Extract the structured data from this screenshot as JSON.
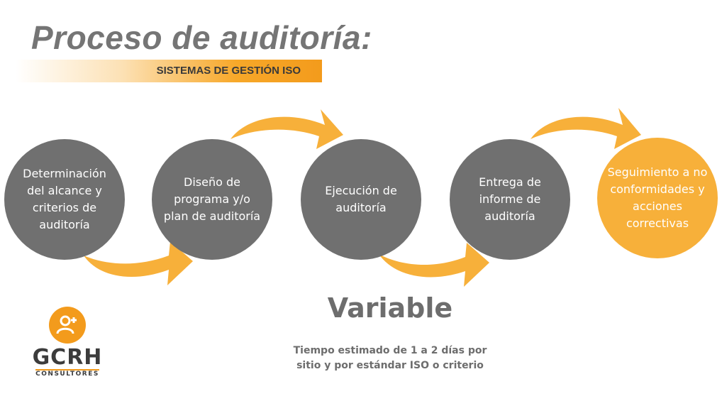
{
  "header": {
    "title": "Proceso de auditoría:",
    "subtitle": "SISTEMAS DE GESTIÓN ISO"
  },
  "steps": [
    {
      "label": "Determinación del alcance y criterios de auditoría"
    },
    {
      "label": "Diseño de programa y/o plan de auditoría"
    },
    {
      "label": "Ejecución de auditoría"
    },
    {
      "label": "Entrega de informe de auditoría"
    },
    {
      "label": "Seguimiento a no conformidades y acciones correctivas"
    }
  ],
  "duration": {
    "headline": "Variable",
    "note": "Tiempo estimado de 1 a 2 días por sitio y por estándar ISO o criterio"
  },
  "logo": {
    "name": "GCRH",
    "tagline": "CONSULTORES",
    "icon": "add-user-icon"
  },
  "colors": {
    "step_gray": "#707070",
    "accent_orange": "#f7b03a",
    "title_gray": "#757575"
  }
}
